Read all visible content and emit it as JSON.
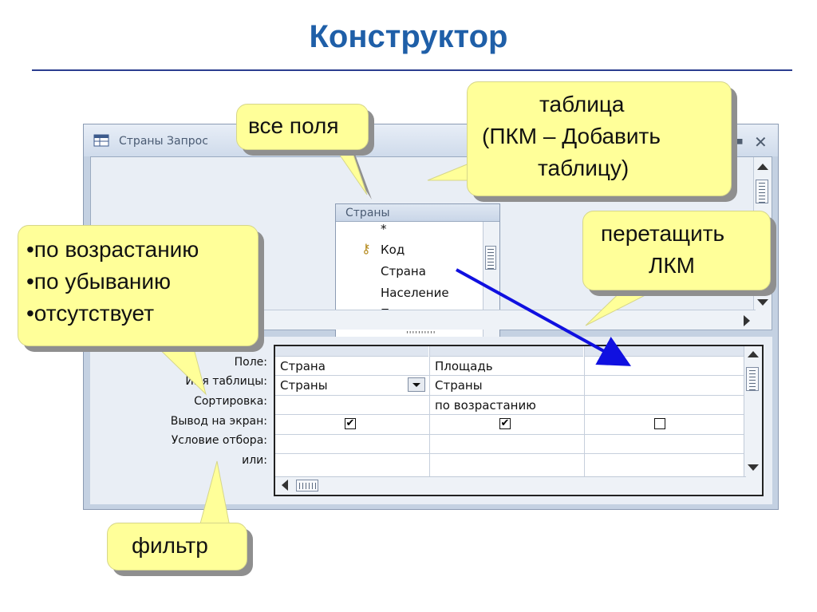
{
  "slide": {
    "title": "Конструктор"
  },
  "window": {
    "title": "Страны Запрос",
    "min_glyph": "▬",
    "close_glyph": "✕",
    "table_box": {
      "header": "Страны",
      "fields": [
        "*",
        "Код",
        "Страна",
        "Население",
        "Площадь"
      ],
      "primary_key_field": "Код"
    },
    "splitter": "''''''''''",
    "grid": {
      "row_labels": [
        "Поле:",
        "Имя таблицы:",
        "Сортировка:",
        "Вывод на экран:",
        "Условие отбора:",
        "или:"
      ],
      "columns": [
        {
          "field": "Страна",
          "table": "Страны",
          "sort": "",
          "show": true
        },
        {
          "field": "Площадь",
          "table": "Страны",
          "sort": "по возрастанию",
          "show": true
        },
        {
          "field": "",
          "table": "",
          "sort": "",
          "show": false
        }
      ],
      "check_glyph": "✔"
    }
  },
  "callouts": {
    "all_fields": "все поля",
    "table": [
      "таблица",
      "(ПКМ – Добавить",
      "таблицу)"
    ],
    "drag": [
      "перетащить",
      "ЛКМ"
    ],
    "sort": [
      "•по возрастанию",
      "•по убыванию",
      "•отсутствует"
    ],
    "filter": "фильтр"
  },
  "colors": {
    "title": "#1f5fa8",
    "callout_fill": "#ffff99",
    "callout_shadow": "#8f8f8f",
    "drag_arrow": "#1010e0",
    "window_frame": "#c4d1e2"
  }
}
